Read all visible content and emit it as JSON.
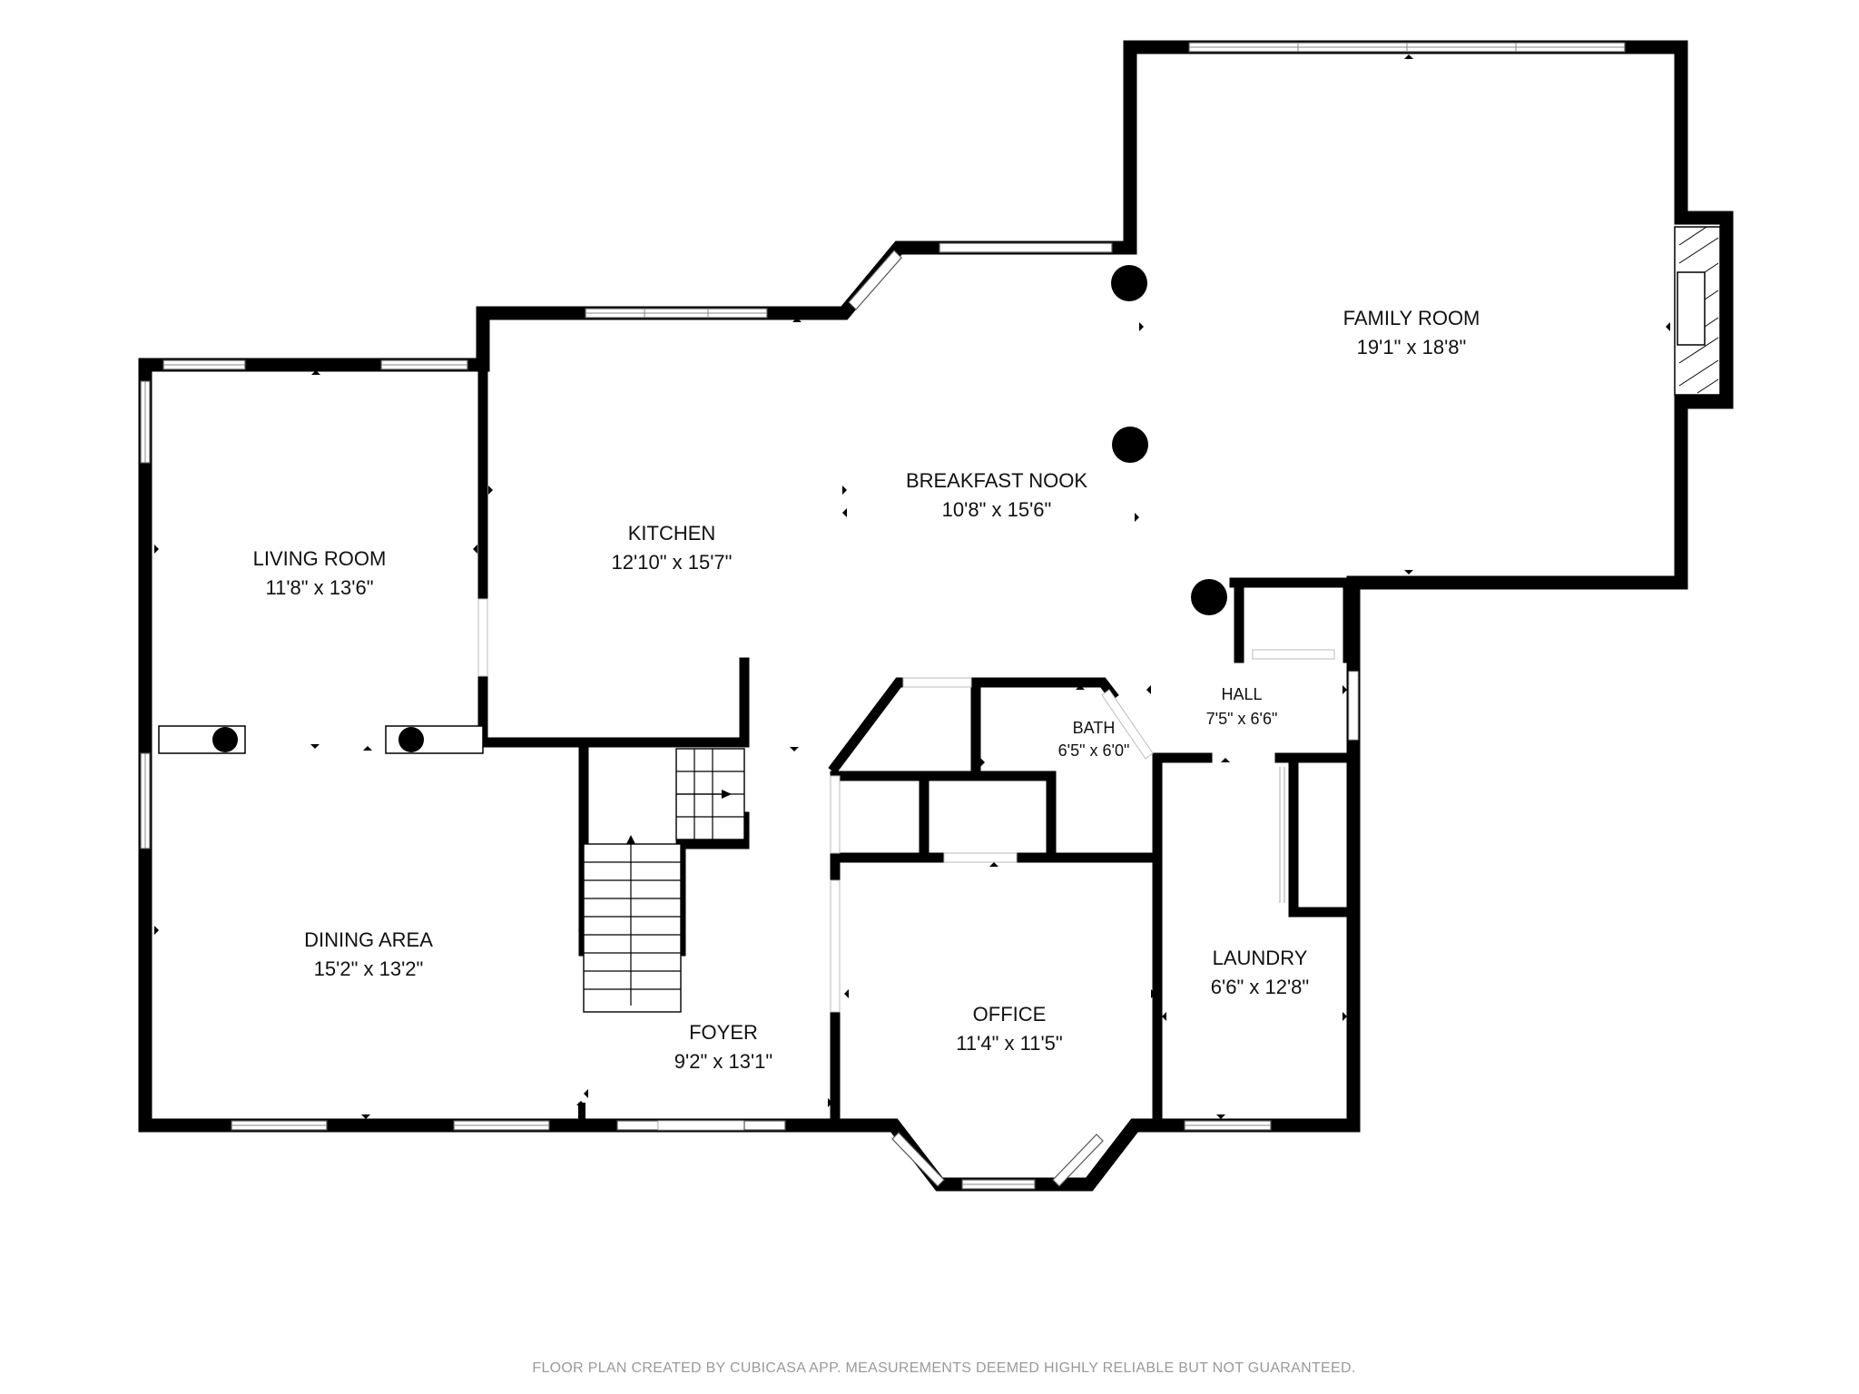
{
  "rooms": [
    {
      "id": "family-room",
      "name": "FAMILY ROOM",
      "dims": "19'1\" x 18'8\""
    },
    {
      "id": "breakfast-nook",
      "name": "BREAKFAST NOOK",
      "dims": "10'8\" x 15'6\""
    },
    {
      "id": "kitchen",
      "name": "KITCHEN",
      "dims": "12'10\" x 15'7\""
    },
    {
      "id": "living-room",
      "name": "LIVING ROOM",
      "dims": "11'8\" x 13'6\""
    },
    {
      "id": "dining-area",
      "name": "DINING AREA",
      "dims": "15'2\" x 13'2\""
    },
    {
      "id": "foyer",
      "name": "FOYER",
      "dims": "9'2\" x 13'1\""
    },
    {
      "id": "office",
      "name": "OFFICE",
      "dims": "11'4\" x 11'5\""
    },
    {
      "id": "bath",
      "name": "BATH",
      "dims": "6'5\" x 6'0\""
    },
    {
      "id": "hall",
      "name": "HALL",
      "dims": "7'5\" x 6'6\""
    },
    {
      "id": "laundry",
      "name": "LAUNDRY",
      "dims": "6'6\" x 12'8\""
    }
  ],
  "footer": "FLOOR PLAN CREATED BY CUBICASA APP. MEASUREMENTS DEEMED HIGHLY RELIABLE BUT NOT GUARANTEED."
}
